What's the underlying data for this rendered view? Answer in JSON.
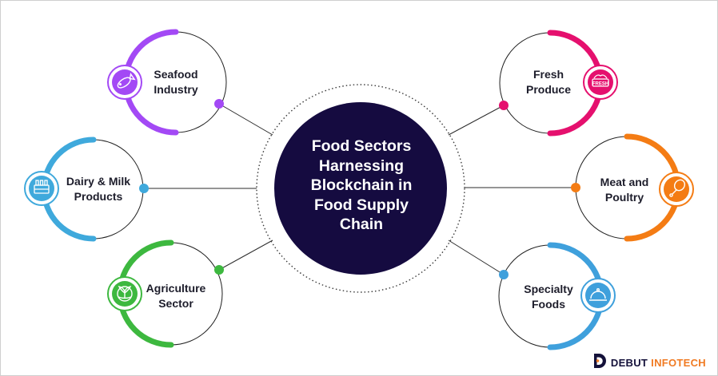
{
  "center": {
    "title_lines": [
      "Food Sectors",
      "Harnessing",
      "Blockchain in",
      "Food Supply",
      "Chain"
    ]
  },
  "sectors": [
    {
      "id": "seafood",
      "lines": [
        "Seafood",
        "Industry"
      ],
      "color": "#a349f5",
      "icon": "fish-icon"
    },
    {
      "id": "dairy",
      "lines": [
        "Dairy & Milk",
        "Products"
      ],
      "color": "#3fa9dc",
      "icon": "milk-crate-icon"
    },
    {
      "id": "agriculture",
      "lines": [
        "Agriculture",
        "Sector"
      ],
      "color": "#3db83f",
      "icon": "plant-icon"
    },
    {
      "id": "fresh",
      "lines": [
        "Fresh",
        "Produce"
      ],
      "color": "#e5106e",
      "icon": "fresh-badge-icon",
      "badge_text": "FRESH"
    },
    {
      "id": "meat",
      "lines": [
        "Meat and",
        "Poultry"
      ],
      "color": "#f47c14",
      "icon": "chicken-leg-icon"
    },
    {
      "id": "specialty",
      "lines": [
        "Specialty",
        "Foods"
      ],
      "color": "#3fa0dc",
      "icon": "food-cloche-icon"
    }
  ],
  "colors": {
    "center_fill": "#150b40",
    "connector": "#2b2b2b",
    "brand_dark": "#14113a",
    "brand_accent": "#f07a22"
  },
  "brand": {
    "word1": "DEBUT",
    "word2": "INFOTECH"
  }
}
